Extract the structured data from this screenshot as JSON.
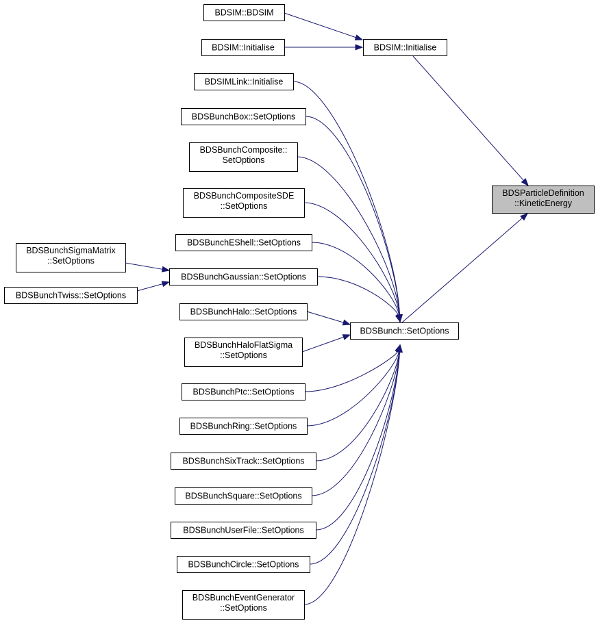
{
  "nodes": {
    "bdsim_ctor": {
      "lines": [
        "BDSIM::BDSIM"
      ]
    },
    "bdsim_init_src": {
      "lines": [
        "BDSIM::Initialise"
      ]
    },
    "bdsim_init": {
      "lines": [
        "BDSIM::Initialise"
      ]
    },
    "bdsimlink_init": {
      "lines": [
        "BDSIMLink::Initialise"
      ]
    },
    "box": {
      "lines": [
        "BDSBunchBox::SetOptions"
      ]
    },
    "composite": {
      "lines": [
        "BDSBunchComposite::",
        "SetOptions"
      ]
    },
    "composite_sde": {
      "lines": [
        "BDSBunchCompositeSDE",
        "::SetOptions"
      ]
    },
    "eshell": {
      "lines": [
        "BDSBunchEShell::SetOptions"
      ]
    },
    "sigma_matrix": {
      "lines": [
        "BDSBunchSigmaMatrix",
        "::SetOptions"
      ]
    },
    "gaussian": {
      "lines": [
        "BDSBunchGaussian::SetOptions"
      ]
    },
    "twiss": {
      "lines": [
        "BDSBunchTwiss::SetOptions"
      ]
    },
    "halo": {
      "lines": [
        "BDSBunchHalo::SetOptions"
      ]
    },
    "halo_flat_sigma": {
      "lines": [
        "BDSBunchHaloFlatSigma",
        "::SetOptions"
      ]
    },
    "ptc": {
      "lines": [
        "BDSBunchPtc::SetOptions"
      ]
    },
    "ring": {
      "lines": [
        "BDSBunchRing::SetOptions"
      ]
    },
    "sixtrack": {
      "lines": [
        "BDSBunchSixTrack::SetOptions"
      ]
    },
    "square": {
      "lines": [
        "BDSBunchSquare::SetOptions"
      ]
    },
    "userfile": {
      "lines": [
        "BDSBunchUserFile::SetOptions"
      ]
    },
    "circle": {
      "lines": [
        "BDSBunchCircle::SetOptions"
      ]
    },
    "event_generator": {
      "lines": [
        "BDSBunchEventGenerator",
        "::SetOptions"
      ]
    },
    "bunch_setoptions": {
      "lines": [
        "BDSBunch::SetOptions"
      ]
    },
    "kinetic_energy": {
      "lines": [
        "BDSParticleDefinition",
        "::KineticEnergy"
      ]
    }
  },
  "edges": [
    [
      "bdsim_ctor",
      "bdsim_init"
    ],
    [
      "bdsim_init_src",
      "bdsim_init"
    ],
    [
      "bdsim_init",
      "kinetic_energy"
    ],
    [
      "bunch_setoptions",
      "kinetic_energy"
    ],
    [
      "bdsimlink_init",
      "bunch_setoptions"
    ],
    [
      "box",
      "bunch_setoptions"
    ],
    [
      "composite",
      "bunch_setoptions"
    ],
    [
      "composite_sde",
      "bunch_setoptions"
    ],
    [
      "eshell",
      "bunch_setoptions"
    ],
    [
      "gaussian",
      "bunch_setoptions"
    ],
    [
      "halo",
      "bunch_setoptions"
    ],
    [
      "halo_flat_sigma",
      "bunch_setoptions"
    ],
    [
      "ptc",
      "bunch_setoptions"
    ],
    [
      "ring",
      "bunch_setoptions"
    ],
    [
      "sixtrack",
      "bunch_setoptions"
    ],
    [
      "square",
      "bunch_setoptions"
    ],
    [
      "userfile",
      "bunch_setoptions"
    ],
    [
      "circle",
      "bunch_setoptions"
    ],
    [
      "event_generator",
      "bunch_setoptions"
    ],
    [
      "sigma_matrix",
      "gaussian"
    ],
    [
      "twiss",
      "gaussian"
    ]
  ],
  "colors": {
    "edge": "#191970",
    "node_border": "#000000",
    "focus_fill": "#bfbfbf",
    "node_fill": "#ffffff"
  }
}
